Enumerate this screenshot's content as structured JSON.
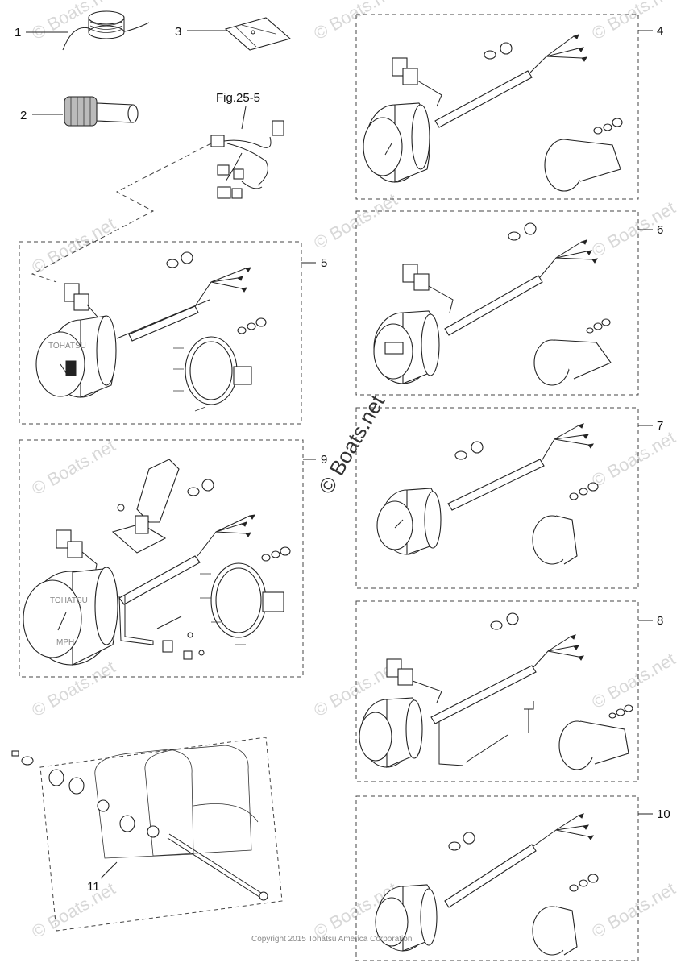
{
  "callouts": {
    "c1": "1",
    "c2": "2",
    "c3": "3",
    "c4": "4",
    "c5": "5",
    "c6": "6",
    "c7": "7",
    "c8": "8",
    "c9": "9",
    "c10": "10",
    "c11": "11"
  },
  "figure_ref": "Fig.25-5",
  "watermark": "© Boats.net",
  "copyright": "Copyright 2015 Tohatsu America Corporation",
  "gauge_text": {
    "brand": "TOHATSU",
    "mph": "MPH"
  }
}
